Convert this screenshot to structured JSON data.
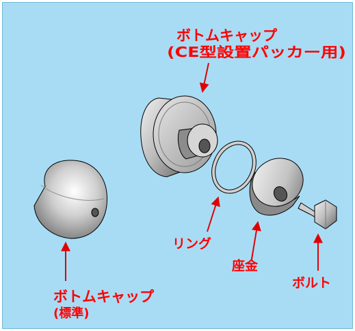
{
  "colors": {
    "background": "#a8dcf5",
    "label": "#ff0000",
    "arrow": "#e00000",
    "part_outline": "#000000",
    "part_light": "#f2f2f2",
    "part_mid": "#bdbdbd",
    "part_dark": "#6e6e6e"
  },
  "labels": {
    "bottom_cap_ce_line1": "ボトムキャップ",
    "bottom_cap_ce_line2": "(CE型設置パッカー用)",
    "ring": "リング",
    "washer": "座金",
    "bolt": "ボルト",
    "bottom_cap_std_line1": "ボトムキャップ",
    "bottom_cap_std_line2": "(標準)"
  },
  "parts": [
    "bottom-cap-ce",
    "ring",
    "washer",
    "bolt",
    "bottom-cap-standard"
  ]
}
